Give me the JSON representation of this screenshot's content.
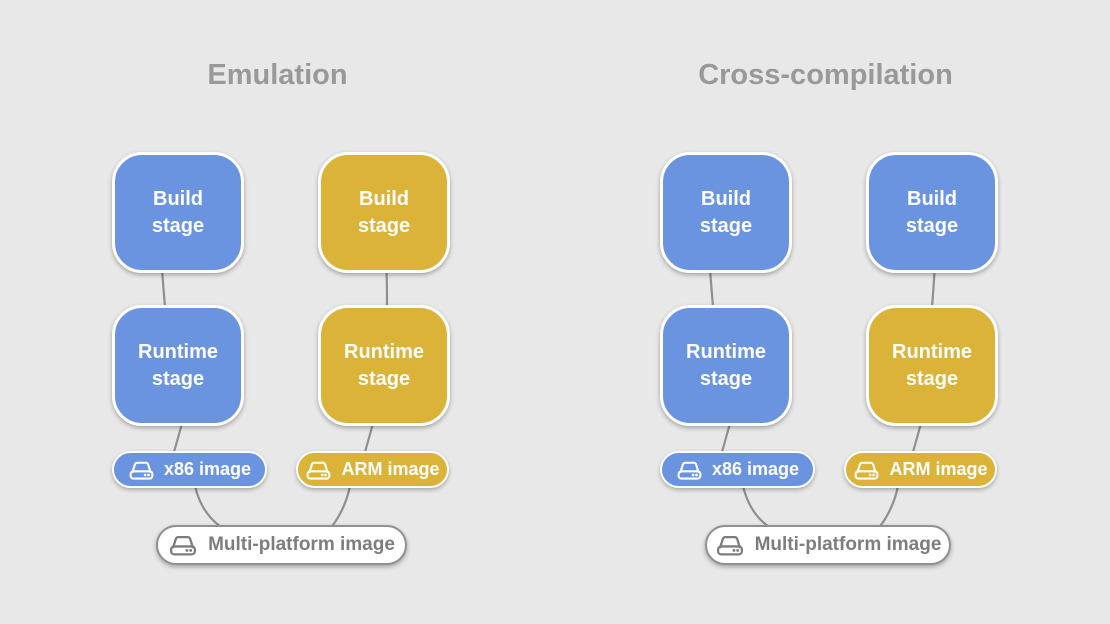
{
  "colors": {
    "blue": "#6b94e0",
    "yellow": "#dcb339",
    "background": "#e8e8e8",
    "title_text": "#999999",
    "connector": "#8f8f8f",
    "stage_text": "#ffffff",
    "merged_border": "#909090",
    "merged_text": "#7d7d7d"
  },
  "diagrams": [
    {
      "title": "Emulation",
      "columns": [
        {
          "build": {
            "label": "Build\nstage",
            "color": "blue"
          },
          "runtime": {
            "label": "Runtime\nstage",
            "color": "blue"
          },
          "image": {
            "label": "x86 image",
            "color": "blue",
            "icon": "drive-icon"
          }
        },
        {
          "build": {
            "label": "Build\nstage",
            "color": "yellow"
          },
          "runtime": {
            "label": "Runtime\nstage",
            "color": "yellow"
          },
          "image": {
            "label": "ARM image",
            "color": "yellow",
            "icon": "drive-icon"
          }
        }
      ],
      "merged": {
        "label": "Multi-platform image",
        "icon": "drive-icon"
      }
    },
    {
      "title": "Cross-compilation",
      "columns": [
        {
          "build": {
            "label": "Build\nstage",
            "color": "blue"
          },
          "runtime": {
            "label": "Runtime\nstage",
            "color": "blue"
          },
          "image": {
            "label": "x86 image",
            "color": "blue",
            "icon": "drive-icon"
          }
        },
        {
          "build": {
            "label": "Build\nstage",
            "color": "blue"
          },
          "runtime": {
            "label": "Runtime\nstage",
            "color": "yellow"
          },
          "image": {
            "label": "ARM image",
            "color": "yellow",
            "icon": "drive-icon"
          }
        }
      ],
      "merged": {
        "label": "Multi-platform image",
        "icon": "drive-icon"
      }
    }
  ]
}
